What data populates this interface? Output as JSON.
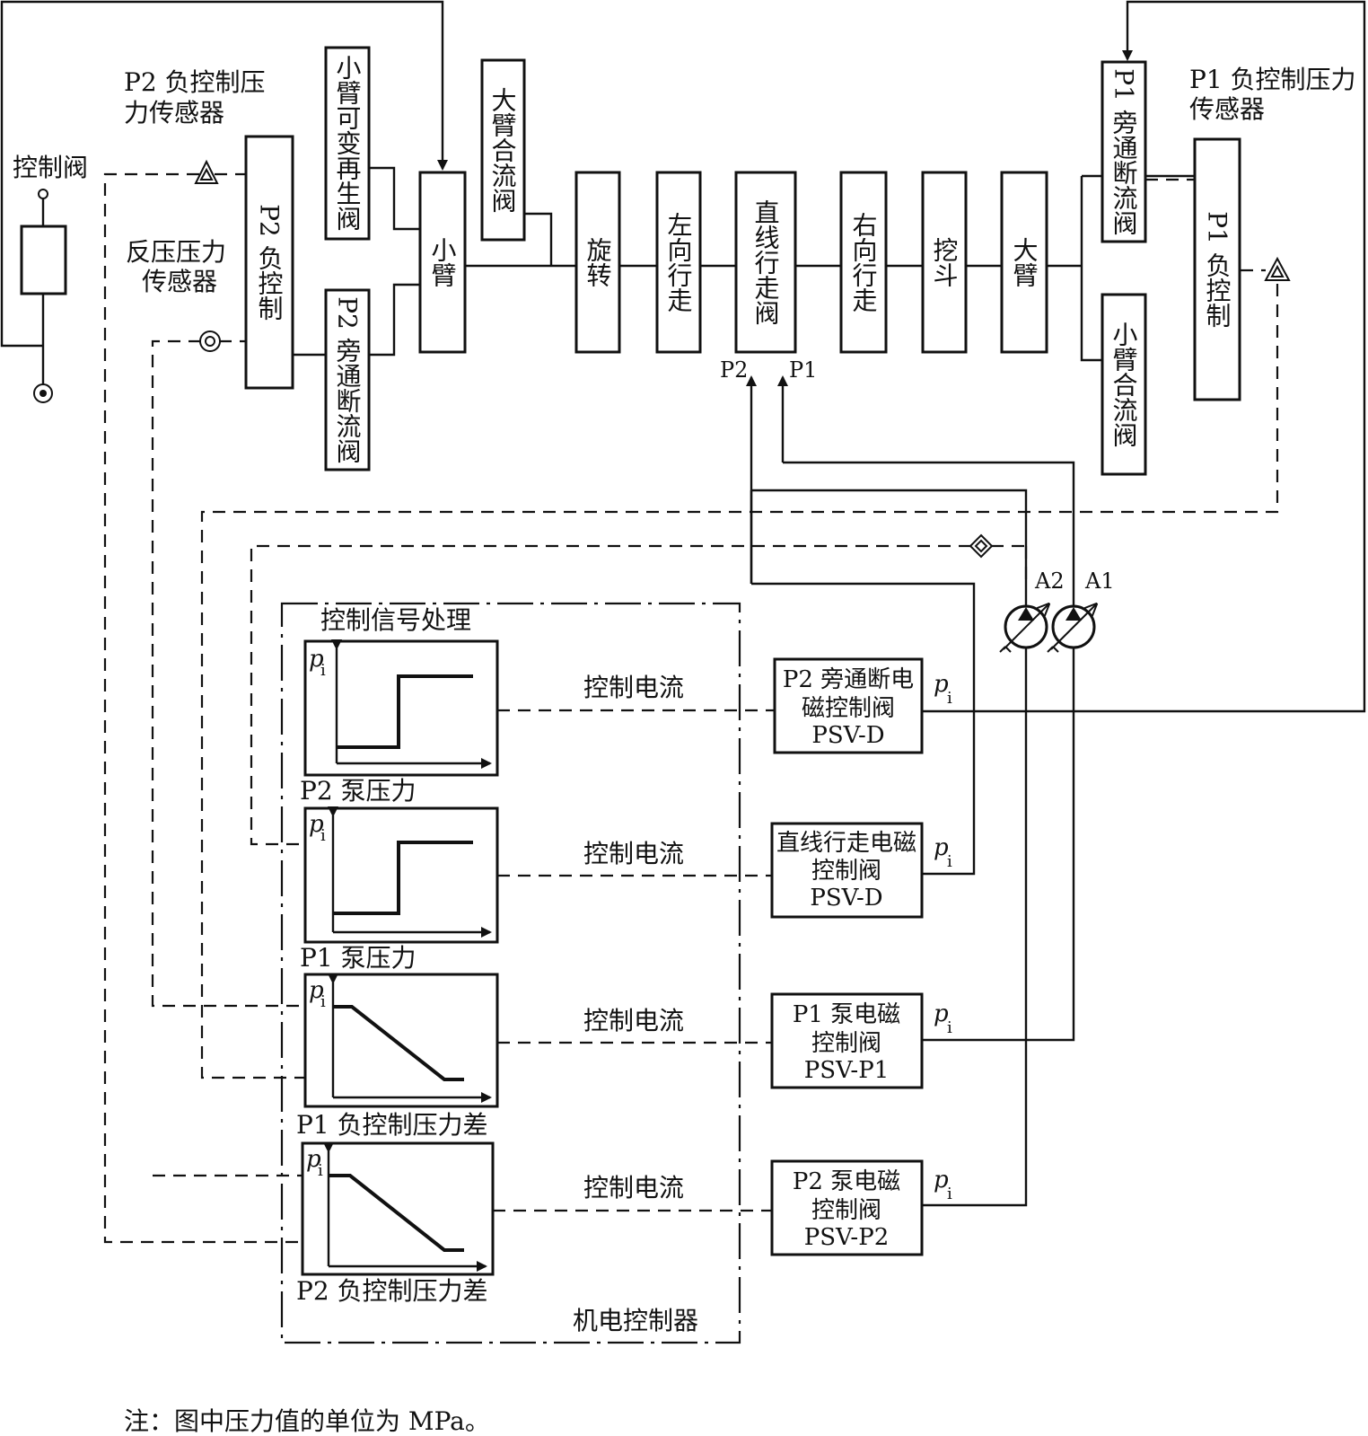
{
  "labels": {
    "control_valve": "控制阀",
    "p2_neg_sensor": [
      "P2 负控制压",
      "力传感器"
    ],
    "back_pressure_sensor": [
      "反压压力",
      "传感器"
    ],
    "p1_neg_sensor": [
      "P1 负控制压力",
      "传感器"
    ],
    "port_p2": "P2",
    "port_p1": "P1",
    "pump_a2": "A2",
    "pump_a1": "A1",
    "pi_symbol": "p",
    "pi_sub": "i",
    "processing_title": "控制信号处理",
    "controller_name": "机电控制器",
    "note": "注：图中压力值的单位为 MPa。"
  },
  "valves": {
    "p2_neg_control": "P2 负控制",
    "arm_regen": "小臂可变再生阀",
    "p2_bypass_cut": "P2 旁通断流阀",
    "arm": "小臂",
    "boom_merge": "大臂合流阀",
    "swing": "旋转",
    "travel_left": "左向行走",
    "straight_travel": "直线行走阀",
    "travel_right": "右向行走",
    "bucket": "挖斗",
    "boom": "大臂",
    "p1_bypass_cut": "P1 旁通断流阀",
    "arm_merge": "小臂合流阀",
    "p1_neg_control": "P1 负控制"
  },
  "graphs": [
    {
      "label": "P2 泵压力",
      "shape": "step"
    },
    {
      "label": "P1 泵压力",
      "shape": "step"
    },
    {
      "label": "P1 负控制压力差",
      "shape": "ramp-down"
    },
    {
      "label": "P2 负控制压力差",
      "shape": "ramp-down"
    }
  ],
  "current_labels": [
    "控制电流",
    "控制电流",
    "控制电流",
    "控制电流"
  ],
  "solenoids": [
    {
      "lines": [
        "P2 旁通断电",
        "磁控制阀",
        "PSV-D"
      ]
    },
    {
      "lines": [
        "直线行走电磁",
        "控制阀",
        "PSV-D"
      ]
    },
    {
      "lines": [
        "P1 泵电磁",
        "控制阀",
        "PSV-P1"
      ]
    },
    {
      "lines": [
        "P2 泵电磁",
        "控制阀",
        "PSV-P2"
      ]
    }
  ]
}
